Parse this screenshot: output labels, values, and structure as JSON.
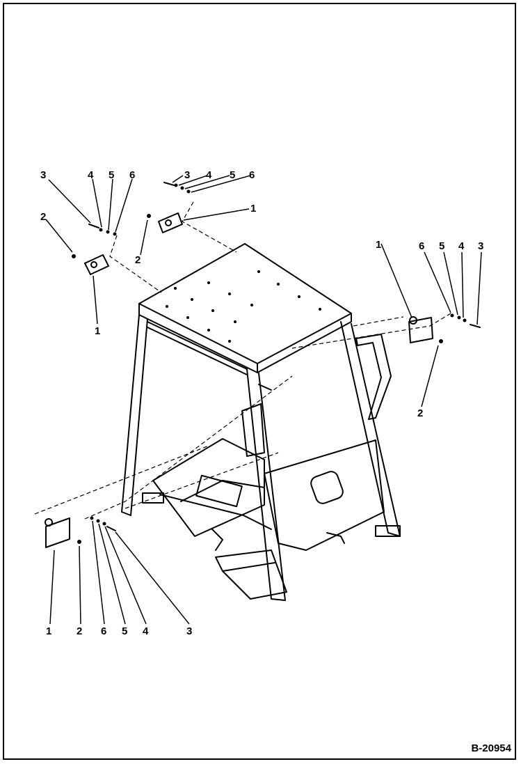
{
  "figure": {
    "id": "B-20954"
  },
  "callouts": {
    "topleft": [
      "3",
      "4",
      "5",
      "6",
      "2",
      "1"
    ],
    "topcenter": [
      "3",
      "4",
      "5",
      "6",
      "1",
      "2"
    ],
    "right": [
      "1",
      "6",
      "5",
      "4",
      "3",
      "2"
    ],
    "bottomleft": [
      "1",
      "2",
      "6",
      "5",
      "4",
      "3"
    ]
  }
}
